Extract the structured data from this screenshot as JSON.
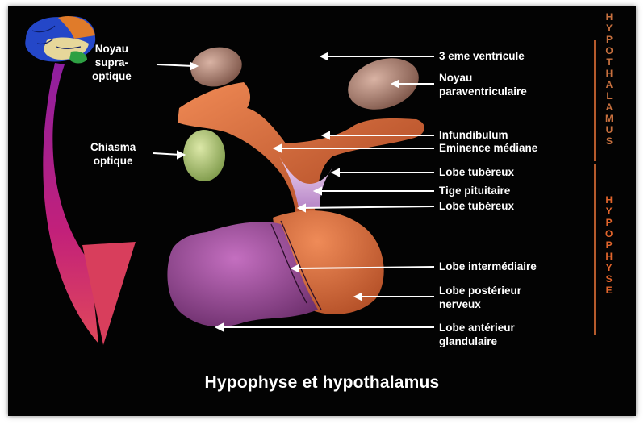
{
  "title": "Hypophyse et hypothalamus",
  "side_labels": {
    "hypothalamus": [
      "H",
      "Y",
      "P",
      "O",
      "T",
      "H",
      "A",
      "L",
      "A",
      "M",
      "U",
      "S"
    ],
    "hypophyse": [
      "H",
      "Y",
      "P",
      "O",
      "P",
      "H",
      "Y",
      "S",
      "E"
    ]
  },
  "left_labels": {
    "noyau_supraoptique": [
      "Noyau",
      "supra-",
      "optique"
    ],
    "chiasma_optique": [
      "Chiasma",
      "optique"
    ]
  },
  "right_labels": {
    "troisieme_ventricule": "3 eme ventricule",
    "noyau_paraventriculaire": [
      "Noyau",
      "paraventriculaire"
    ],
    "infundibulum": "Infundibulum",
    "eminence_mediane": "Eminence médiane",
    "lobe_tubereux_1": "Lobe tubéreux",
    "tige_pituitaire": "Tige pituitaire",
    "lobe_tubereux_2": "Lobe tubéreux",
    "lobe_intermediaire": "Lobe intermédiaire",
    "lobe_posterieur": [
      "Lobe postérieur",
      "nerveux"
    ],
    "lobe_anterieur": [
      "Lobe antérieur",
      "glandulaire"
    ]
  },
  "colors": {
    "background": "#030303",
    "hypothalamus_accent": "#c9713f",
    "hypophyse_accent": "#e2652c",
    "posterior_lobe": "#d0683c",
    "anterior_lobe": "#9a4a98",
    "chiasma": "#b7c97a",
    "nucleus": "#b89183"
  }
}
